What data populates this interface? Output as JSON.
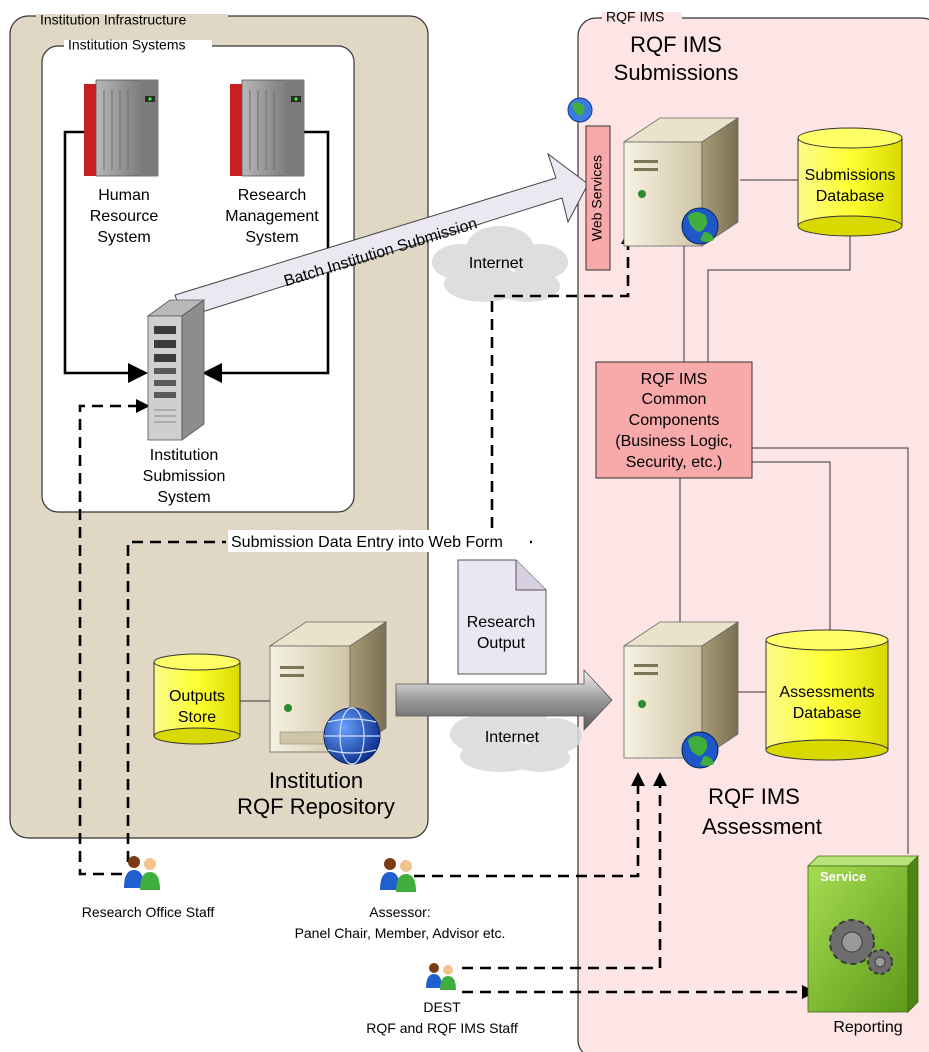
{
  "groups": {
    "institution_infrastructure": "Institution Infrastructure",
    "institution_systems": "Institution Systems",
    "rqf_ims": "RQF IMS"
  },
  "nodes": {
    "hr_system": [
      "Human",
      "Resource",
      "System"
    ],
    "research_mgmt_system": [
      "Research",
      "Management",
      "System"
    ],
    "institution_submission_system": [
      "Institution",
      "Submission",
      "System"
    ],
    "outputs_store": [
      "Outputs",
      "Store"
    ],
    "institution_repository": [
      "Institution",
      "RQF Repository"
    ],
    "rqf_ims_submissions": [
      "RQF IMS",
      "Submissions"
    ],
    "web_services": "Web Services",
    "submissions_database": [
      "Submissions",
      "Database"
    ],
    "common_components": [
      "RQF IMS",
      "Common",
      "Components",
      "(Business Logic,",
      "Security, etc.)"
    ],
    "assessments_database": [
      "Assessments",
      "Database"
    ],
    "rqf_ims_assessment": [
      "RQF IMS",
      "Assessment"
    ],
    "service_badge": "Service",
    "reporting": "Reporting",
    "research_output": [
      "Research",
      "Output"
    ]
  },
  "flows": {
    "batch_submission": "Batch Institution Submission",
    "web_form_entry": "Submission Data Entry into Web Form",
    "internet_top": "Internet",
    "internet_bottom": "Internet"
  },
  "actors": {
    "research_office_staff": "Research Office Staff",
    "assessor": [
      "Assessor:",
      "Panel Chair, Member, Advisor etc."
    ],
    "dest": [
      "DEST",
      "RQF and RQF IMS Staff"
    ]
  },
  "colors": {
    "infrastructure_fill": "#e0d8c4",
    "ims_fill": "#fde5e5",
    "pink_box": "#f8a9a9",
    "database_yellow": "#ffff33",
    "service_green": "#86c532",
    "server_beige": "#dcd3b8",
    "globe_blue": "#1f56c8"
  },
  "icons": [
    "server-icon",
    "mainframe-icon",
    "database-icon",
    "globe-icon",
    "document-icon",
    "cloud-icon",
    "people-icon",
    "gears-icon"
  ]
}
